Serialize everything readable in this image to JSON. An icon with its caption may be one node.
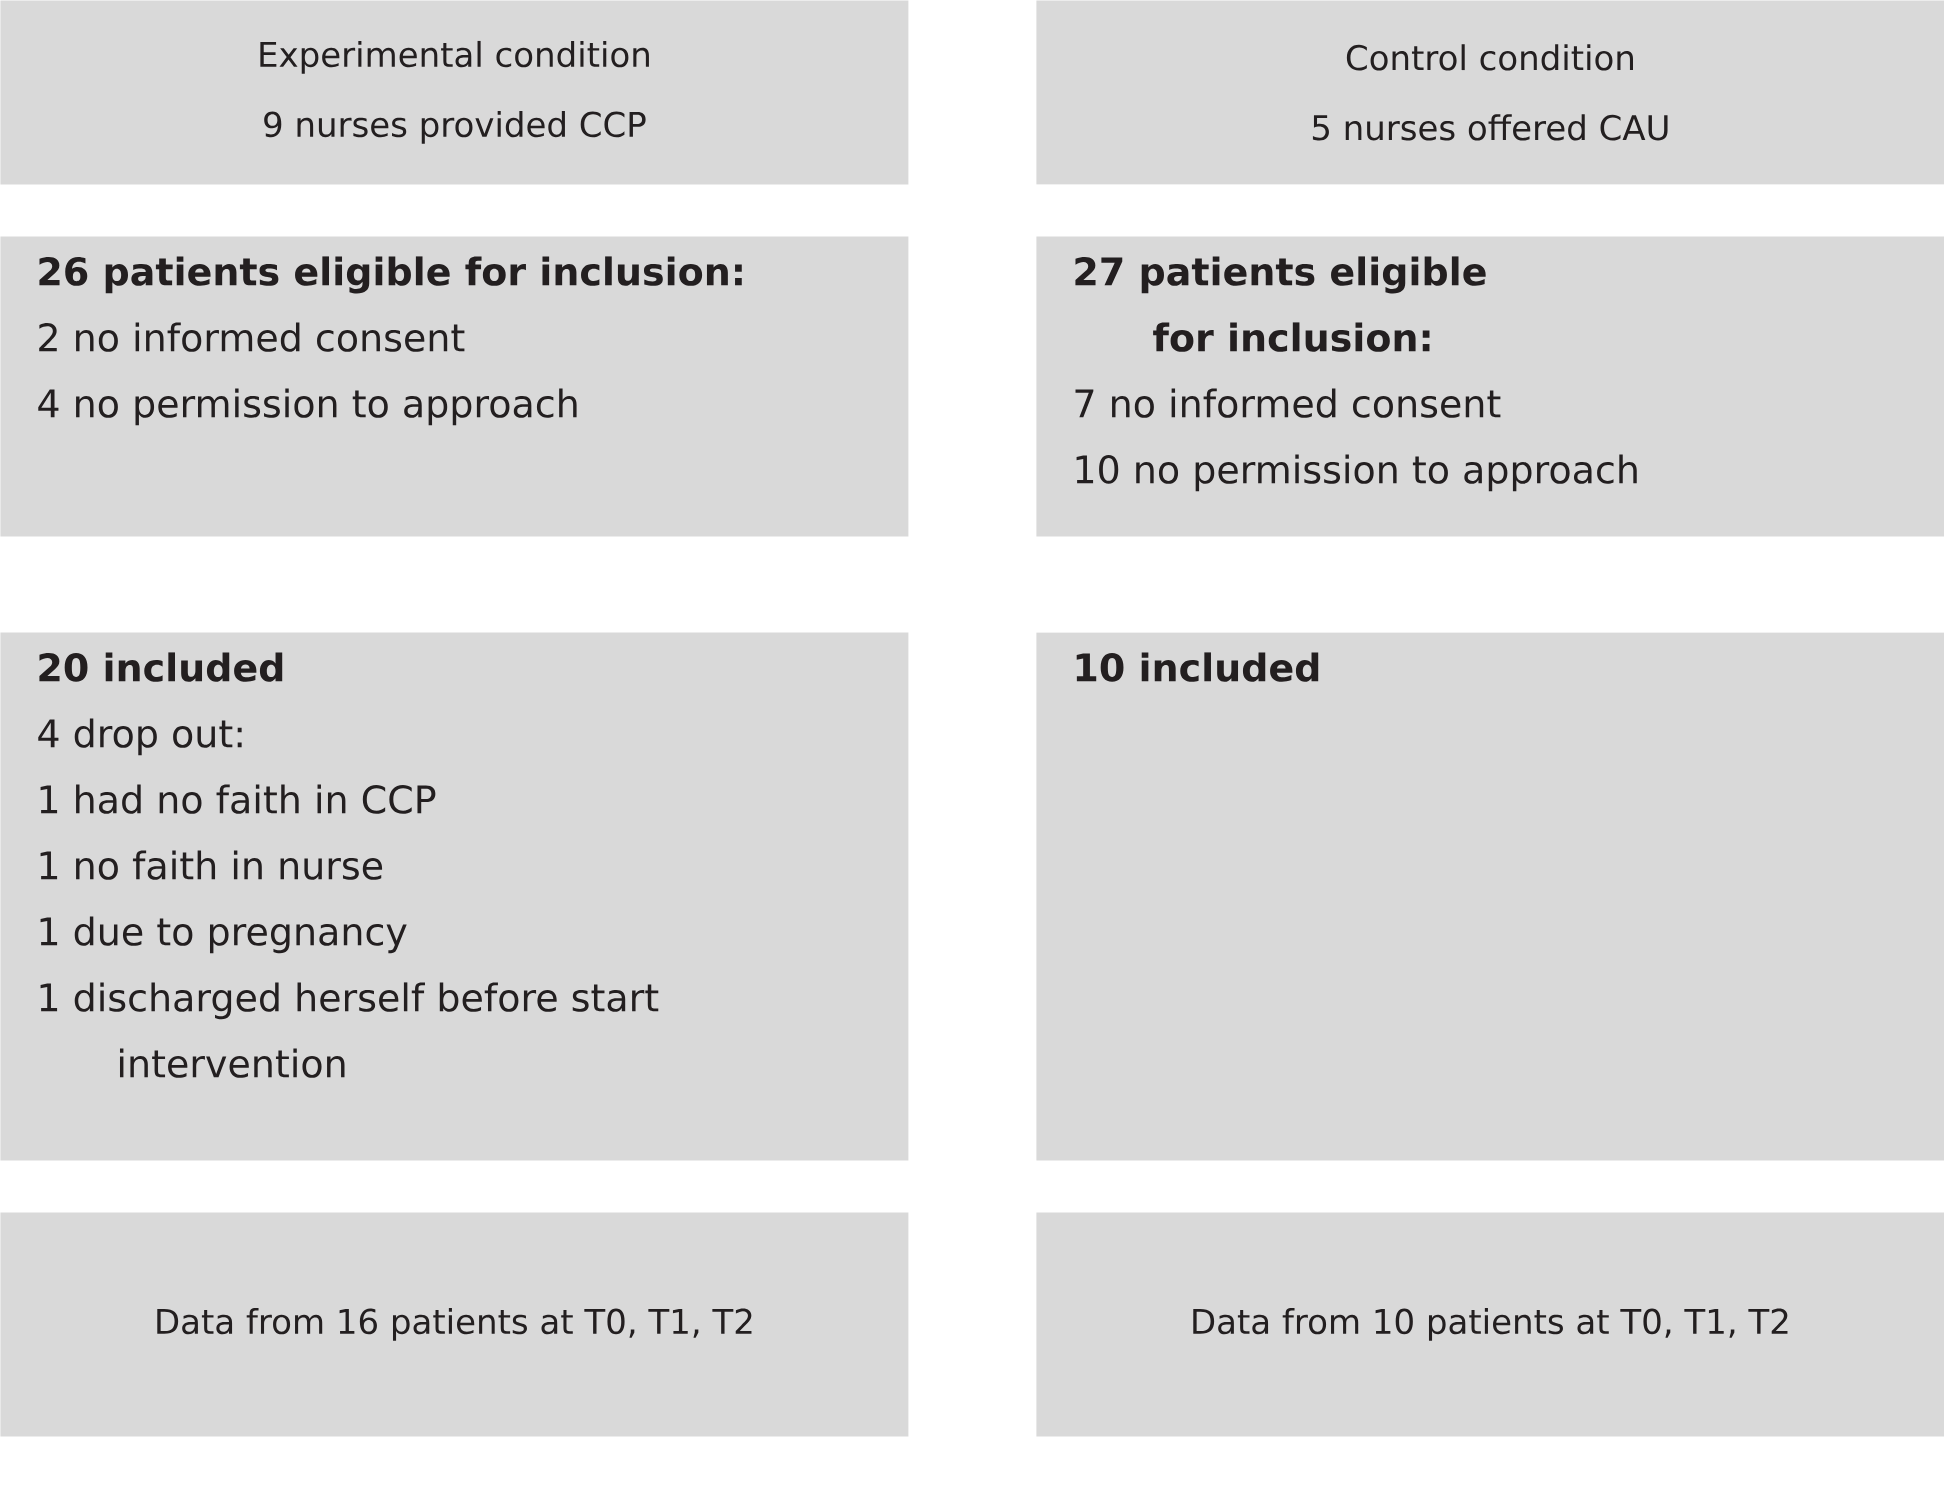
{
  "diagram": {
    "nodes": [
      {
        "text": [
          "Experimental condition",
          "9 nurses provided CCP"
        ]
      },
      {
        "text": [
          "Control condition",
          "5 nurses offered CAU"
        ]
      },
      {
        "text": [
          "26 patients eligible for inclusion:",
          "2 no informed consent",
          "4 no permission to approach"
        ]
      },
      {
        "text": [
          "27 patients eligible for inclusion:",
          "7 no informed consent",
          "10 no permission to approach"
        ]
      },
      {
        "text": [
          "20 included",
          "4 drop out:",
          "1 had no faith in CCP",
          "1 no faith in nurse",
          "1 due to pregnancy",
          "1 discharged herself before start intervention"
        ]
      },
      {
        "text": [
          "10 included"
        ]
      },
      {
        "text": [
          "Data from 16 patients at T0, T1, T2"
        ]
      },
      {
        "text": [
          "Data from 10 patients at T0, T1, T2"
        ]
      }
    ]
  }
}
